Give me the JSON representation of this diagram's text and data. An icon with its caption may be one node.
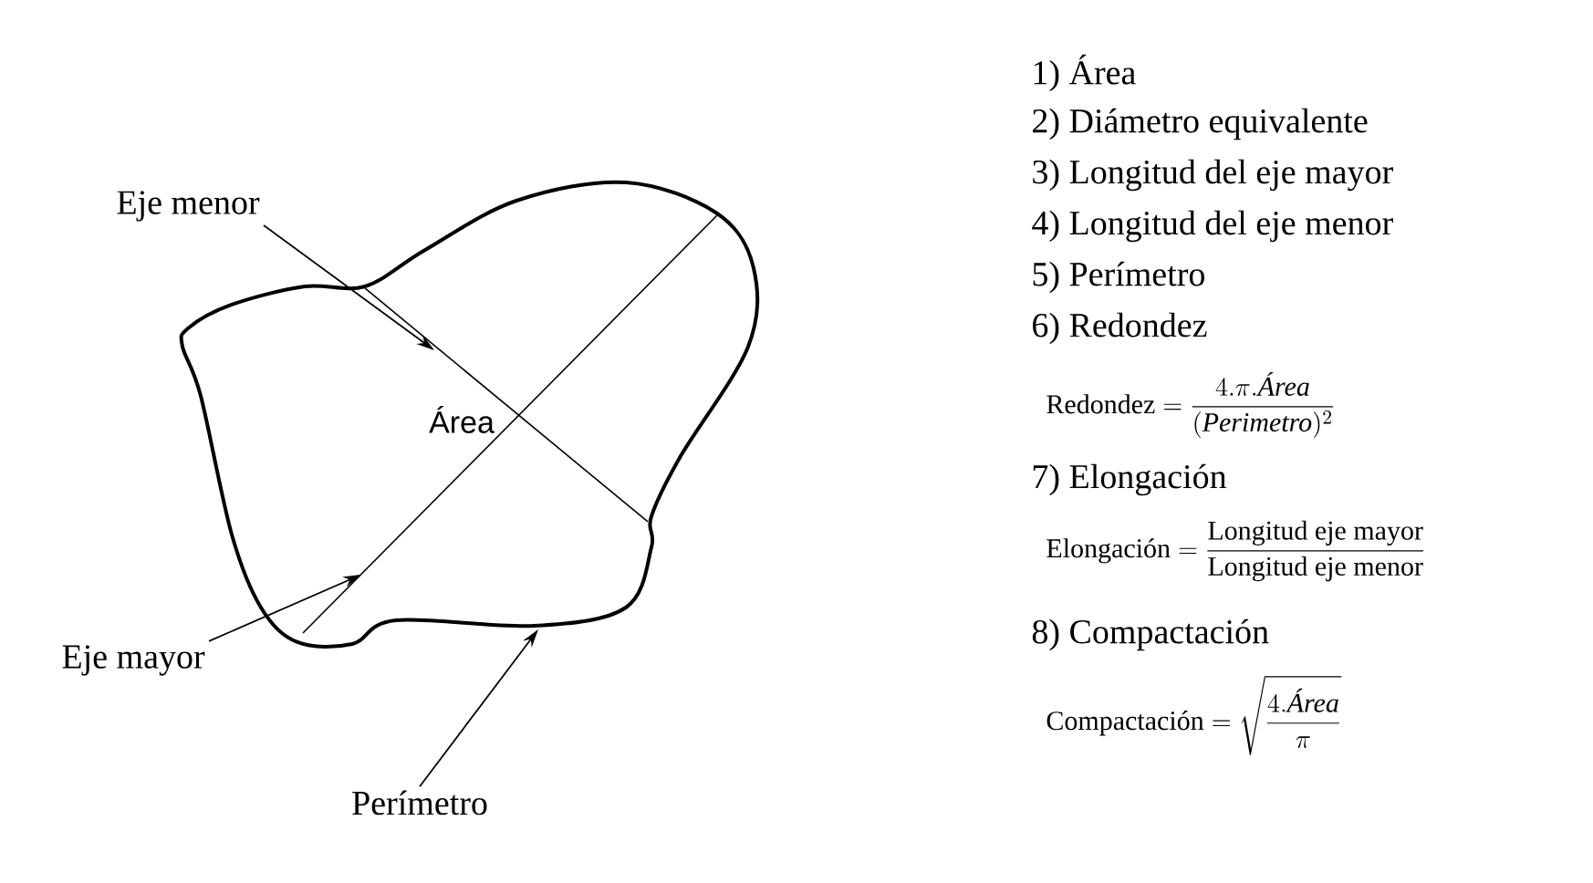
{
  "diagram": {
    "nodes": [
      {
        "text": [
          "Eje menor"
        ]
      },
      {
        "text": [
          "Eje mayor"
        ]
      },
      {
        "text": [
          "Perímetro"
        ]
      },
      {
        "text": [
          "Área"
        ]
      }
    ],
    "edges": [
      {
        "from": 0,
        "to": 3,
        "arrow": "to"
      },
      {
        "from": 1,
        "to": 3,
        "arrow": "to"
      },
      {
        "from": 2,
        "to": 3,
        "arrow": "to"
      }
    ],
    "labels": [
      "1) Área",
      "2) Diámetro equivalente",
      "3) Longitud del eje mayor",
      "4) Longitud del eje menor",
      "5) Perímetro",
      "6) Redondez",
      "\\text{Redondez}=\\frac{4.\\pi.\\textit{Área}}{(\\textit{Perimetro})^{2}}",
      "7) Elongación",
      "\\text{Elongación} = \\frac{\\text{Longitud eje mayor}}{\\text{Longitud eje menor}}",
      "8) Compactación",
      "\\text{Compactación} = \\sqrt{\\frac{4.\\textit{Área}}{\\pi}}"
    ]
  }
}
